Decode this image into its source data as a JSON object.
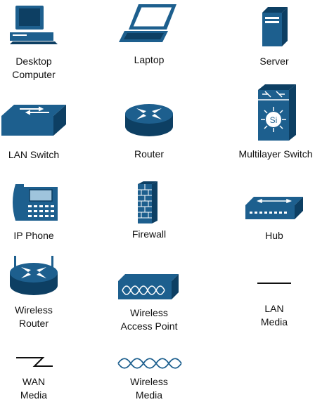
{
  "colors": {
    "icon_fill": "#1d5f8e",
    "icon_dark": "#0d3f63",
    "icon_light": "#ffffff",
    "text": "#111111"
  },
  "items": [
    {
      "label": "Desktop\nComputer",
      "icon": "desktop-computer-icon"
    },
    {
      "label": "Laptop",
      "icon": "laptop-icon"
    },
    {
      "label": "Server",
      "icon": "server-icon"
    },
    {
      "label": "LAN Switch",
      "icon": "lan-switch-icon"
    },
    {
      "label": "Router",
      "icon": "router-icon"
    },
    {
      "label": "Multilayer Switch",
      "icon": "multilayer-switch-icon"
    },
    {
      "label": "IP Phone",
      "icon": "ip-phone-icon"
    },
    {
      "label": "Firewall",
      "icon": "firewall-icon"
    },
    {
      "label": "Hub",
      "icon": "hub-icon"
    },
    {
      "label": "Wireless\nRouter",
      "icon": "wireless-router-icon"
    },
    {
      "label": "Wireless\nAccess Point",
      "icon": "wireless-access-point-icon"
    },
    {
      "label": "LAN\nMedia",
      "icon": "lan-media-icon"
    },
    {
      "label": "WAN\nMedia",
      "icon": "wan-media-icon"
    },
    {
      "label": "Wireless\nMedia",
      "icon": "wireless-media-icon"
    }
  ],
  "multilayer_badge": "Si"
}
